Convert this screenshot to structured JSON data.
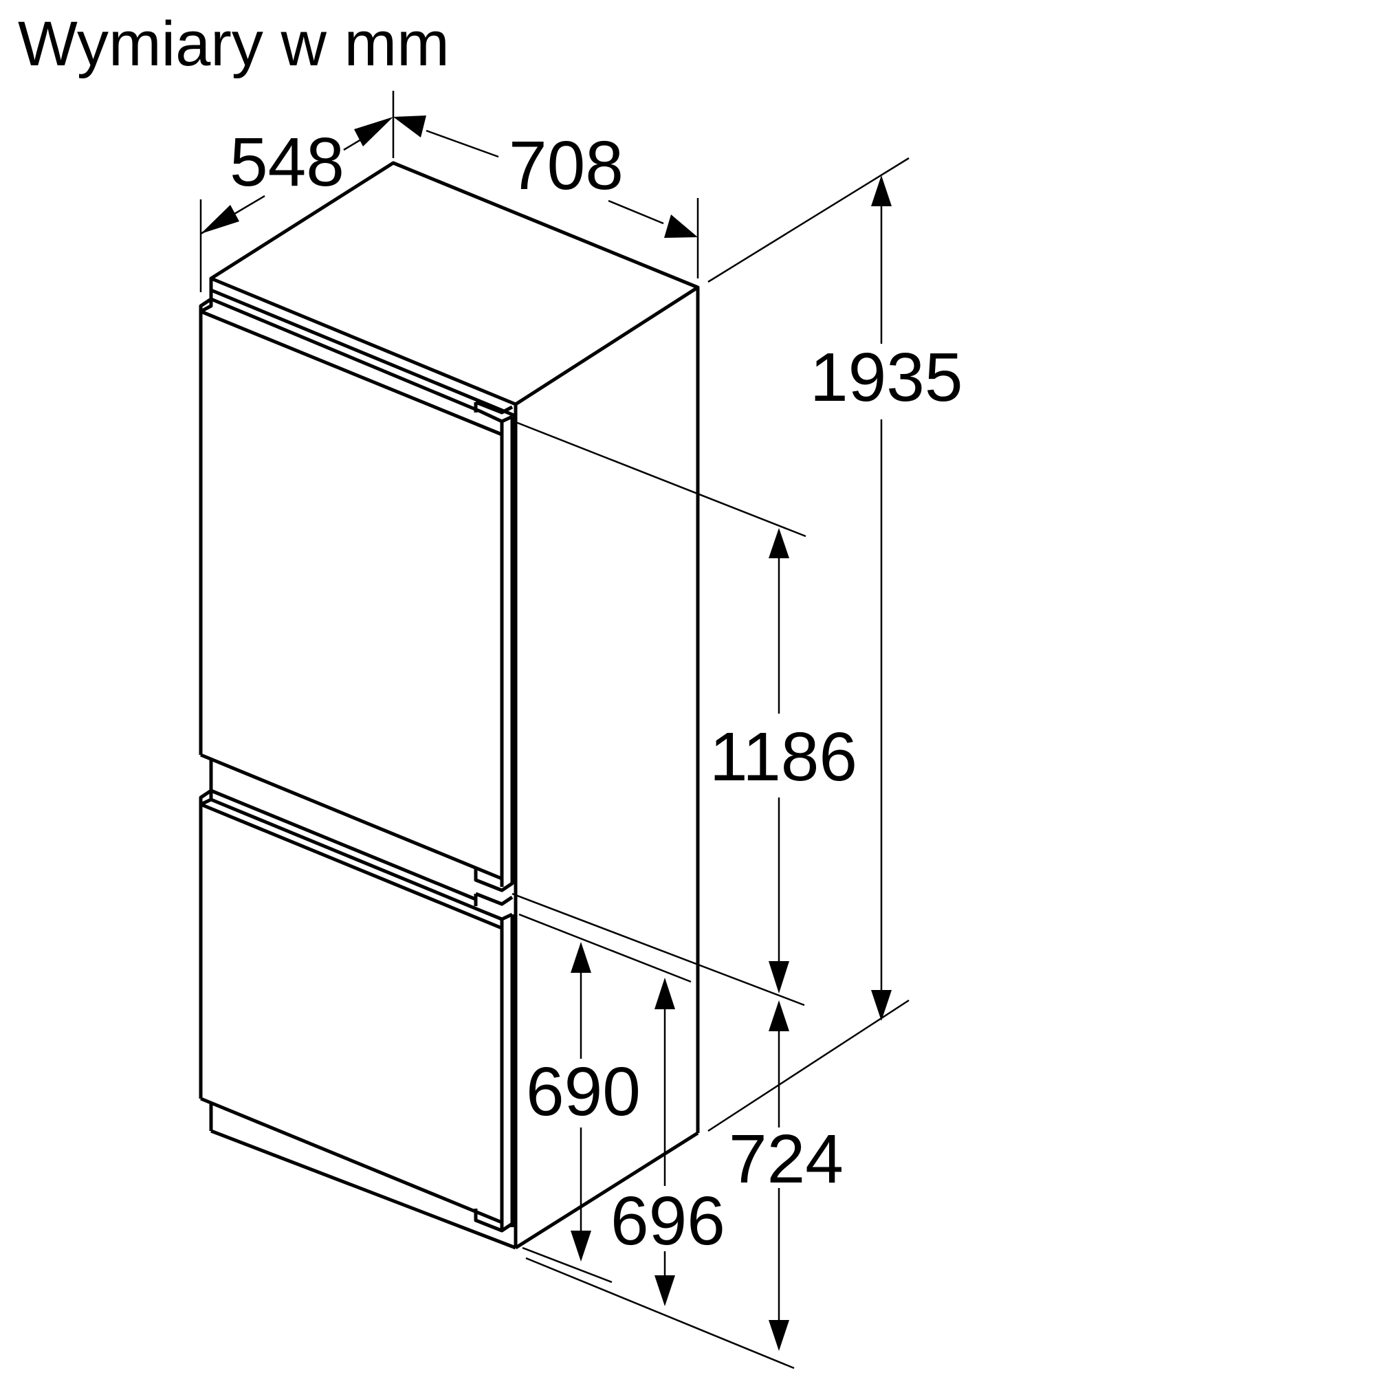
{
  "title": "Wymiary w mm",
  "dimensions": {
    "width_top": "548",
    "depth_top": "708",
    "total_height": "1935",
    "upper_niche": "1186",
    "lower_door": "690",
    "lower_niche_a": "696",
    "lower_niche_b": "724"
  },
  "colors": {
    "line": "#000000",
    "background": "#ffffff"
  }
}
